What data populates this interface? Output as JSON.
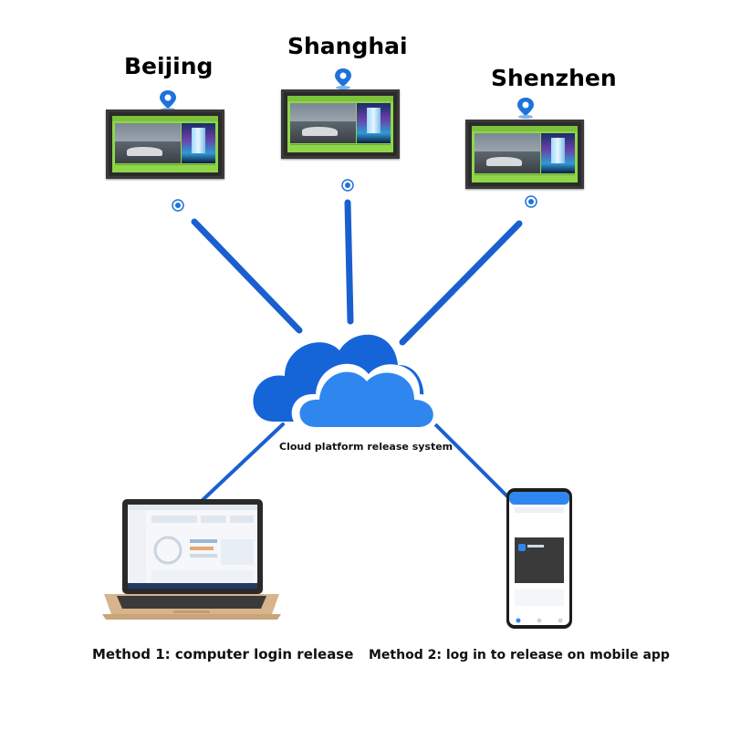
{
  "nodes": [
    {
      "id": "beijing",
      "label": "Beijing"
    },
    {
      "id": "shanghai",
      "label": "Shanghai"
    },
    {
      "id": "shenzhen",
      "label": "Shenzhen"
    }
  ],
  "cloud": {
    "label": "Cloud platform release system"
  },
  "methods": {
    "method1": "Method 1: computer login release",
    "method2": "Method 2: log in to release on mobile app"
  },
  "colors": {
    "link": "#1a5fd0",
    "cloud_back": "#1565d8",
    "cloud_front": "#2f86ee",
    "pin": "#1e73d9",
    "screen_accent": "#8fd64a"
  },
  "icons": {
    "location": "location-pin-icon",
    "node": "target-dot-icon",
    "cloud": "cloud-icon",
    "laptop": "laptop-icon",
    "phone": "smartphone-icon"
  }
}
